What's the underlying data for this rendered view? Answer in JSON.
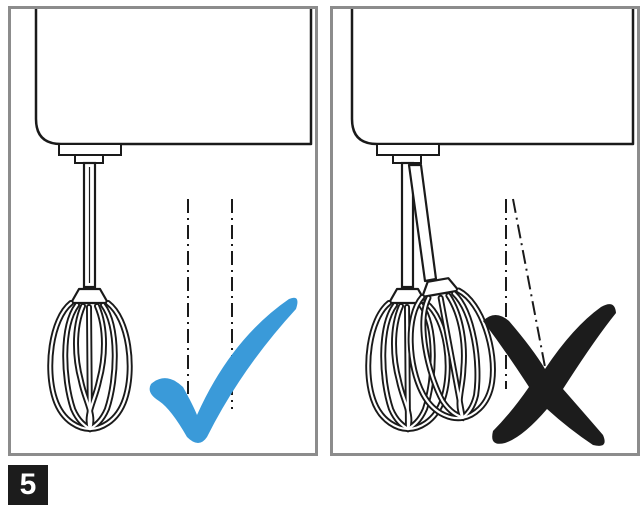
{
  "figure": {
    "step_number": "5",
    "panels": [
      {
        "id": "left",
        "whisk_state": "straight",
        "verdict": "correct",
        "verdict_icon": "checkmark-icon"
      },
      {
        "id": "right",
        "whisk_state": "bent",
        "verdict": "incorrect",
        "verdict_icon": "cross-icon"
      }
    ],
    "colors": {
      "frame": "#8c8c8c",
      "outline": "#1a1a1a",
      "check": "#3a9ad9",
      "cross": "#1c1c1c",
      "badge": "#1c1c1c"
    }
  }
}
